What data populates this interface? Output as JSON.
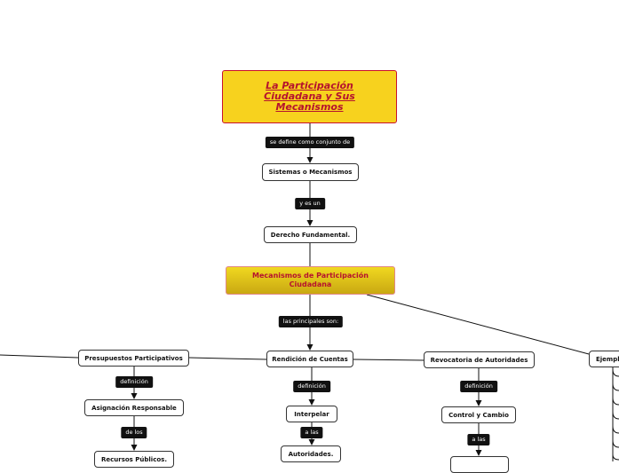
{
  "nodes": {
    "root": "La Participación Ciudadana y Sus Mecanismos",
    "sistemas": "Sistemas o Mecanismos",
    "derecho": "Derecho Fundamental.",
    "mecanismos": "Mecanismos de Participación Ciudadana",
    "presupuestos": "Presupuestos Participativos",
    "rendicion": "Rendición de Cuentas",
    "revocatoria": "Revocatoria de Autoridades",
    "ejemplos": "Ejempl",
    "asignacion": "Asignación Responsable",
    "recursos": "Recursos Públicos.",
    "interpelar": "Interpelar",
    "autoridades": "Autoridades.",
    "control": "Control y Cambio"
  },
  "labels": {
    "define": "se define como conjunto de",
    "esun": "y es un",
    "principales": "las principales son:",
    "definicion1": "definición",
    "definicion2": "definición",
    "definicion3": "definición",
    "delos": "de los",
    "alas1": "a las",
    "alas2": "a las"
  },
  "colors": {
    "root_fill": "#f7d21e",
    "root_border": "#c8102e",
    "root_text": "#b5122e",
    "label_fill": "#111111"
  }
}
